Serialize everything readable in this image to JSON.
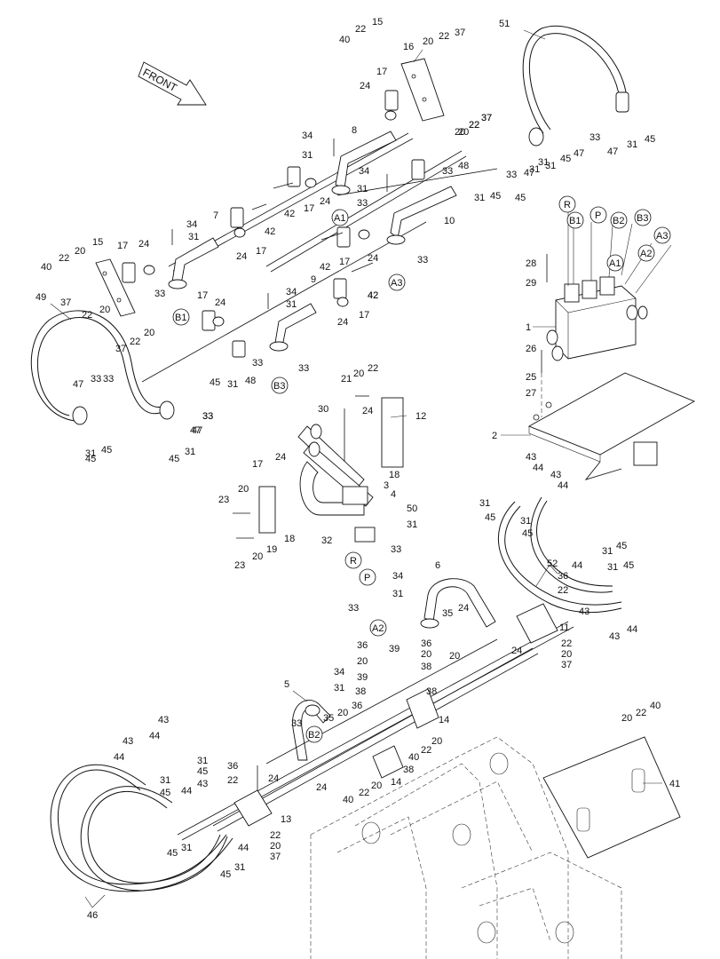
{
  "front_label": "FRONT",
  "callouts": [
    {
      "id": "c1",
      "text": "15"
    },
    {
      "id": "c2",
      "text": "22"
    },
    {
      "id": "c3",
      "text": "40"
    },
    {
      "id": "c4",
      "text": "16"
    },
    {
      "id": "c5",
      "text": "20"
    },
    {
      "id": "c6",
      "text": "22"
    },
    {
      "id": "c7",
      "text": "37"
    },
    {
      "id": "c8",
      "text": "51"
    },
    {
      "id": "c9",
      "text": "17"
    },
    {
      "id": "c10",
      "text": "24"
    },
    {
      "id": "c11",
      "text": "20"
    },
    {
      "id": "c12",
      "text": "22"
    },
    {
      "id": "c13",
      "text": "37"
    },
    {
      "id": "c14",
      "text": "8"
    },
    {
      "id": "c15",
      "text": "34"
    },
    {
      "id": "c16",
      "text": "31"
    },
    {
      "id": "c17",
      "text": "33"
    },
    {
      "id": "c18",
      "text": "47"
    },
    {
      "id": "c19",
      "text": "31"
    },
    {
      "id": "c20",
      "text": "45"
    },
    {
      "id": "c21",
      "text": "31"
    },
    {
      "id": "c22",
      "text": "45"
    },
    {
      "id": "c23",
      "text": "33"
    },
    {
      "id": "c24",
      "text": "48"
    },
    {
      "id": "c25",
      "text": "34"
    },
    {
      "id": "c26",
      "text": "31"
    },
    {
      "id": "c27",
      "text": "24"
    },
    {
      "id": "c28",
      "text": "33"
    },
    {
      "id": "c29",
      "text": "17"
    },
    {
      "id": "c30",
      "text": "42"
    },
    {
      "id": "c31",
      "text": "33"
    },
    {
      "id": "c32",
      "text": "31"
    },
    {
      "id": "c33",
      "text": "45"
    },
    {
      "id": "c34",
      "text": "10"
    },
    {
      "id": "c35",
      "text": "7"
    },
    {
      "id": "c36",
      "text": "34"
    },
    {
      "id": "c37",
      "text": "31"
    },
    {
      "id": "c38",
      "text": "42"
    },
    {
      "id": "c39",
      "text": "17"
    },
    {
      "id": "c40",
      "text": "24"
    },
    {
      "id": "c41",
      "text": "42"
    },
    {
      "id": "c42",
      "text": "17"
    },
    {
      "id": "c43",
      "text": "24"
    },
    {
      "id": "c44",
      "text": "33"
    },
    {
      "id": "c45",
      "text": "42"
    },
    {
      "id": "c46",
      "text": "15"
    },
    {
      "id": "c47",
      "text": "17"
    },
    {
      "id": "c48",
      "text": "24"
    },
    {
      "id": "c49",
      "text": "20"
    },
    {
      "id": "c50",
      "text": "22"
    },
    {
      "id": "c51",
      "text": "40"
    },
    {
      "id": "c52",
      "text": "37"
    },
    {
      "id": "c53",
      "text": "22"
    },
    {
      "id": "c54",
      "text": "20"
    },
    {
      "id": "c55",
      "text": "49"
    },
    {
      "id": "c56",
      "text": "33"
    },
    {
      "id": "c57",
      "text": "17"
    },
    {
      "id": "c58",
      "text": "24"
    },
    {
      "id": "c59",
      "text": "37"
    },
    {
      "id": "c60",
      "text": "22"
    },
    {
      "id": "c61",
      "text": "20"
    },
    {
      "id": "c62",
      "text": "9"
    },
    {
      "id": "c63",
      "text": "34"
    },
    {
      "id": "c64",
      "text": "31"
    },
    {
      "id": "c65",
      "text": "17"
    },
    {
      "id": "c66",
      "text": "24"
    },
    {
      "id": "c67",
      "text": "42"
    },
    {
      "id": "c68",
      "text": "33"
    },
    {
      "id": "c69",
      "text": "33"
    },
    {
      "id": "c70",
      "text": "48"
    },
    {
      "id": "c71",
      "text": "31"
    },
    {
      "id": "c72",
      "text": "45"
    },
    {
      "id": "c73",
      "text": "47"
    },
    {
      "id": "c74",
      "text": "33"
    },
    {
      "id": "c75",
      "text": "33"
    },
    {
      "id": "c76",
      "text": "47"
    },
    {
      "id": "c77",
      "text": "31"
    },
    {
      "id": "c78",
      "text": "45"
    },
    {
      "id": "c79",
      "text": "31"
    },
    {
      "id": "c80",
      "text": "45"
    },
    {
      "id": "c81",
      "text": "28"
    },
    {
      "id": "c82",
      "text": "29"
    },
    {
      "id": "c83",
      "text": "1"
    },
    {
      "id": "c84",
      "text": "26"
    },
    {
      "id": "c85",
      "text": "25"
    },
    {
      "id": "c86",
      "text": "27"
    },
    {
      "id": "c87",
      "text": "2"
    },
    {
      "id": "c88",
      "text": "21"
    },
    {
      "id": "c89",
      "text": "20"
    },
    {
      "id": "c90",
      "text": "22"
    },
    {
      "id": "c91",
      "text": "30"
    },
    {
      "id": "c92",
      "text": "12"
    },
    {
      "id": "c93",
      "text": "24"
    },
    {
      "id": "c94",
      "text": "18"
    },
    {
      "id": "c95",
      "text": "3"
    },
    {
      "id": "c96",
      "text": "4"
    },
    {
      "id": "c97",
      "text": "50"
    },
    {
      "id": "c98",
      "text": "31"
    },
    {
      "id": "c99",
      "text": "33"
    },
    {
      "id": "c100",
      "text": "32"
    },
    {
      "id": "c101",
      "text": "17"
    },
    {
      "id": "c102",
      "text": "24"
    },
    {
      "id": "c103",
      "text": "20"
    },
    {
      "id": "c104",
      "text": "23"
    },
    {
      "id": "c105",
      "text": "18"
    },
    {
      "id": "c106",
      "text": "19"
    },
    {
      "id": "c107",
      "text": "20"
    },
    {
      "id": "c108",
      "text": "23"
    },
    {
      "id": "c109",
      "text": "43"
    },
    {
      "id": "c110",
      "text": "44"
    },
    {
      "id": "c111",
      "text": "43"
    },
    {
      "id": "c112",
      "text": "44"
    },
    {
      "id": "c113",
      "text": "31"
    },
    {
      "id": "c114",
      "text": "45"
    },
    {
      "id": "c115",
      "text": "31"
    },
    {
      "id": "c116",
      "text": "45"
    },
    {
      "id": "c117",
      "text": "52"
    },
    {
      "id": "c118",
      "text": "36"
    },
    {
      "id": "c119",
      "text": "22"
    },
    {
      "id": "c120",
      "text": "44"
    },
    {
      "id": "c121",
      "text": "31"
    },
    {
      "id": "c122",
      "text": "45"
    },
    {
      "id": "c123",
      "text": "31"
    },
    {
      "id": "c124",
      "text": "45"
    },
    {
      "id": "c125",
      "text": "43"
    },
    {
      "id": "c126",
      "text": "43"
    },
    {
      "id": "c127",
      "text": "44"
    },
    {
      "id": "c128",
      "text": "34"
    },
    {
      "id": "c129",
      "text": "31"
    },
    {
      "id": "c130",
      "text": "6"
    },
    {
      "id": "c131",
      "text": "33"
    },
    {
      "id": "c132",
      "text": "24"
    },
    {
      "id": "c133",
      "text": "35"
    },
    {
      "id": "c134",
      "text": "20"
    },
    {
      "id": "c135",
      "text": "11"
    },
    {
      "id": "c136",
      "text": "24"
    },
    {
      "id": "c137",
      "text": "22"
    },
    {
      "id": "c138",
      "text": "20"
    },
    {
      "id": "c139",
      "text": "37"
    },
    {
      "id": "c140",
      "text": "36"
    },
    {
      "id": "c141",
      "text": "39"
    },
    {
      "id": "c142",
      "text": "36"
    },
    {
      "id": "c143",
      "text": "20"
    },
    {
      "id": "c144",
      "text": "20"
    },
    {
      "id": "c145",
      "text": "38"
    },
    {
      "id": "c146",
      "text": "39"
    },
    {
      "id": "c147",
      "text": "38"
    },
    {
      "id": "c148",
      "text": "38"
    },
    {
      "id": "c149",
      "text": "5"
    },
    {
      "id": "c150",
      "text": "34"
    },
    {
      "id": "c151",
      "text": "31"
    },
    {
      "id": "c152",
      "text": "36"
    },
    {
      "id": "c153",
      "text": "20"
    },
    {
      "id": "c154",
      "text": "14"
    },
    {
      "id": "c155",
      "text": "33"
    },
    {
      "id": "c156",
      "text": "35"
    },
    {
      "id": "c157",
      "text": "20"
    },
    {
      "id": "c158",
      "text": "40"
    },
    {
      "id": "c159",
      "text": "22"
    },
    {
      "id": "c160",
      "text": "38"
    },
    {
      "id": "c161",
      "text": "14"
    },
    {
      "id": "c162",
      "text": "20"
    },
    {
      "id": "c163",
      "text": "22"
    },
    {
      "id": "c164",
      "text": "40"
    },
    {
      "id": "c165",
      "text": "24"
    },
    {
      "id": "c166",
      "text": "36"
    },
    {
      "id": "c167",
      "text": "22"
    },
    {
      "id": "c168",
      "text": "24"
    },
    {
      "id": "c169",
      "text": "13"
    },
    {
      "id": "c170",
      "text": "22"
    },
    {
      "id": "c171",
      "text": "20"
    },
    {
      "id": "c172",
      "text": "37"
    },
    {
      "id": "c173",
      "text": "43"
    },
    {
      "id": "c174",
      "text": "43"
    },
    {
      "id": "c175",
      "text": "44"
    },
    {
      "id": "c176",
      "text": "44"
    },
    {
      "id": "c177",
      "text": "31"
    },
    {
      "id": "c178",
      "text": "45"
    },
    {
      "id": "c179",
      "text": "31"
    },
    {
      "id": "c180",
      "text": "45"
    },
    {
      "id": "c181",
      "text": "43"
    },
    {
      "id": "c182",
      "text": "44"
    },
    {
      "id": "c183",
      "text": "45"
    },
    {
      "id": "c184",
      "text": "31"
    },
    {
      "id": "c185",
      "text": "44"
    },
    {
      "id": "c186",
      "text": "45"
    },
    {
      "id": "c187",
      "text": "31"
    },
    {
      "id": "c188",
      "text": "46"
    },
    {
      "id": "c189",
      "text": "20"
    },
    {
      "id": "c190",
      "text": "22"
    },
    {
      "id": "c191",
      "text": "40"
    },
    {
      "id": "c192",
      "text": "41"
    },
    {
      "id": "c193",
      "text": "47"
    },
    {
      "id": "c194",
      "text": "31"
    },
    {
      "id": "c195",
      "text": "45"
    },
    {
      "id": "c196",
      "text": "47"
    },
    {
      "id": "c197",
      "text": "31"
    },
    {
      "id": "c198",
      "text": "45"
    },
    {
      "id": "c199",
      "text": "33"
    },
    {
      "id": "c200",
      "text": "47"
    },
    {
      "id": "c201",
      "text": "33"
    },
    {
      "id": "c202",
      "text": "20"
    },
    {
      "id": "c203",
      "text": "22"
    },
    {
      "id": "c204",
      "text": "37"
    }
  ],
  "port_markers": [
    {
      "id": "p1",
      "text": "A1"
    },
    {
      "id": "p2",
      "text": "A3"
    },
    {
      "id": "p3",
      "text": "B1"
    },
    {
      "id": "p4",
      "text": "B3"
    },
    {
      "id": "p5",
      "text": "R"
    },
    {
      "id": "p6",
      "text": "B1"
    },
    {
      "id": "p7",
      "text": "P"
    },
    {
      "id": "p8",
      "text": "B2"
    },
    {
      "id": "p9",
      "text": "B3"
    },
    {
      "id": "p10",
      "text": "A3"
    },
    {
      "id": "p11",
      "text": "A1"
    },
    {
      "id": "p12",
      "text": "A2"
    },
    {
      "id": "p13",
      "text": "R"
    },
    {
      "id": "p14",
      "text": "P"
    },
    {
      "id": "p15",
      "text": "A2"
    },
    {
      "id": "p16",
      "text": "B2"
    }
  ]
}
